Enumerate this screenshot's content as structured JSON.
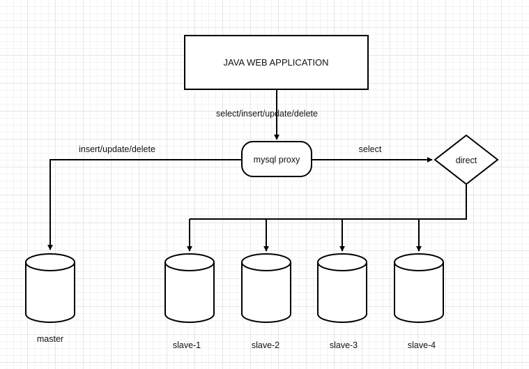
{
  "nodes": {
    "app": "JAVA WEB APPLICATION",
    "proxy": "mysql proxy",
    "direct": "direct",
    "master": "master",
    "slaves": [
      "slave-1",
      "slave-2",
      "slave-3",
      "slave-4"
    ]
  },
  "edges": {
    "app_to_proxy": "select/insert/update/delete",
    "proxy_to_master": "insert/update/delete",
    "proxy_to_direct": "select"
  }
}
